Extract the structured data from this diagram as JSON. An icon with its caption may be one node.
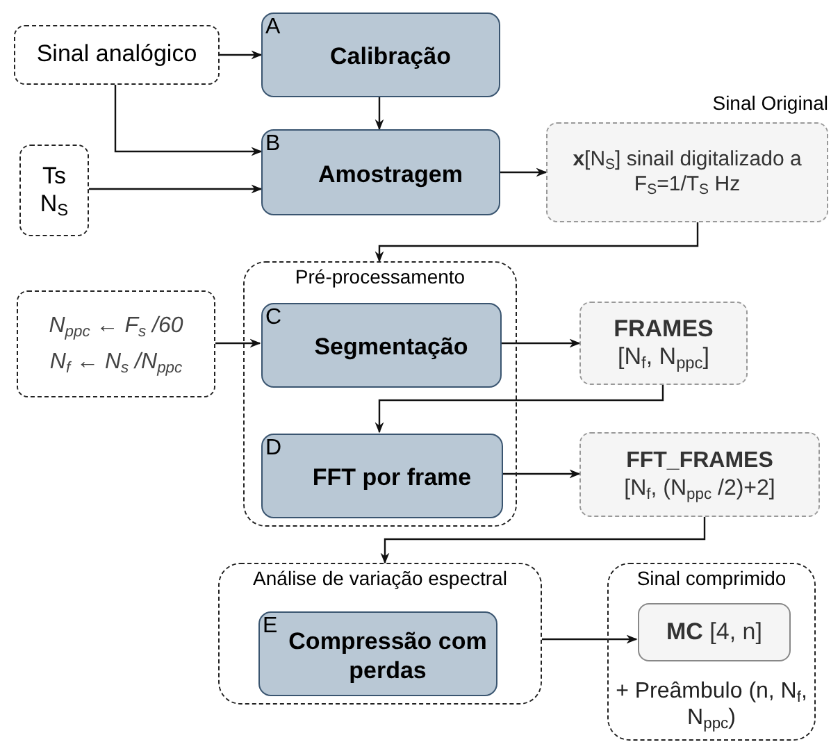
{
  "diagram": {
    "nodes": [
      {
        "text": [
          "Sinal analógico"
        ]
      },
      {
        "text": [
          "A",
          "Calibração"
        ]
      },
      {
        "text": [
          "Ts",
          "N$_{S}$"
        ]
      },
      {
        "text": [
          "B",
          "Amostragem"
        ]
      },
      {
        "text": [
          "**x**[N$_{S}$] sinail digitalizado a F$_{S}$=1/T$_{S}$ Hz"
        ],
        "beside": [
          "Sinal Original"
        ]
      },
      {
        "text": [
          "N$_{ppc}$ ← F$_{s}$ /60",
          "N$_{f}$ ← N$_{s}$ /N$_{ppc}$"
        ]
      },
      {
        "text": [
          "Pré-processamento"
        ]
      },
      {
        "text": [
          "C",
          "Segmentação"
        ],
        "in": 6
      },
      {
        "text": [
          "FRAMES",
          "[N$_{f}$, N$_{ppc}$]"
        ]
      },
      {
        "text": [
          "D",
          "FFT por frame"
        ],
        "in": 6
      },
      {
        "text": [
          "FFT_FRAMES",
          "[N$_{f}$, (N$_{ppc}$ /2)+2]"
        ]
      },
      {
        "text": [
          "Análise de variação espectral"
        ]
      },
      {
        "text": [
          "E",
          "Compressão com perdas"
        ],
        "in": 11
      },
      {
        "text": [
          "Sinal comprimido",
          "+ Preâmbulo (n, N$_{f}$, N$_{ppc}$)"
        ]
      },
      {
        "text": [
          "**MC** [4, n]"
        ],
        "in": 13
      }
    ],
    "edges": [
      {
        "from": 0,
        "to": 1,
        "arrow": "to"
      },
      {
        "from": 1,
        "to": 3,
        "arrow": "to"
      },
      {
        "from": 0,
        "to": 3,
        "arrow": "to"
      },
      {
        "from": 2,
        "to": 3,
        "arrow": "to"
      },
      {
        "from": 3,
        "to": 4,
        "arrow": "to"
      },
      {
        "from": 4,
        "to": 6,
        "arrow": "to"
      },
      {
        "from": 5,
        "to": 7,
        "arrow": "to"
      },
      {
        "from": 7,
        "to": 8,
        "arrow": "to"
      },
      {
        "from": 8,
        "to": 9,
        "arrow": "to"
      },
      {
        "from": 9,
        "to": 10,
        "arrow": "to"
      },
      {
        "from": 10,
        "to": 11,
        "arrow": "to"
      },
      {
        "from": 11,
        "to": 14,
        "arrow": "to"
      }
    ]
  }
}
